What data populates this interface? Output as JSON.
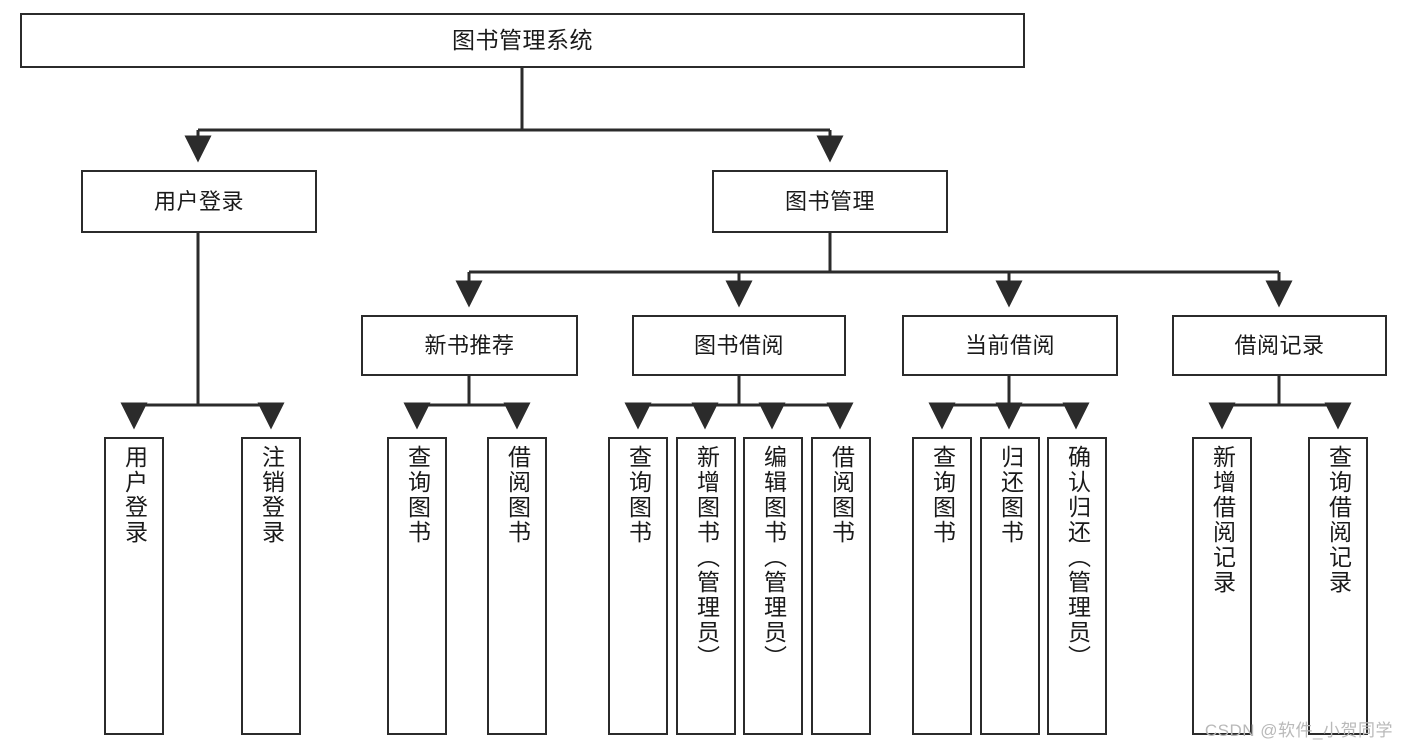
{
  "diagram": {
    "title": "图书管理系统",
    "type": "tree",
    "watermark": "CSDN @软件_小贺同学",
    "colors": {
      "border": "#2b2b2b",
      "background": "#ffffff",
      "text": "#1a1a1a",
      "edge": "#2b2b2b",
      "watermark": "#b9b9b9"
    }
  },
  "nodes": {
    "root": {
      "label": "图书管理系统"
    },
    "level1": [
      {
        "label": "用户登录"
      },
      {
        "label": "图书管理"
      }
    ],
    "level2": [
      {
        "label": "新书推荐"
      },
      {
        "label": "图书借阅"
      },
      {
        "label": "当前借阅"
      },
      {
        "label": "借阅记录"
      }
    ],
    "leaves": {
      "user_login": [
        {
          "label": "用户登录"
        },
        {
          "label": "注销登录"
        }
      ],
      "new_book": [
        {
          "label": "查询图书"
        },
        {
          "label": "借阅图书"
        }
      ],
      "book_borrow": [
        {
          "label": "查询图书"
        },
        {
          "label": "新增图书（管理员）"
        },
        {
          "label": "编辑图书（管理员）"
        },
        {
          "label": "借阅图书"
        }
      ],
      "current_borrow": [
        {
          "label": "查询图书"
        },
        {
          "label": "归还图书"
        },
        {
          "label": "确认归还（管理员）"
        }
      ],
      "borrow_record": [
        {
          "label": "新增借阅记录"
        },
        {
          "label": "查询借阅记录"
        }
      ]
    }
  }
}
